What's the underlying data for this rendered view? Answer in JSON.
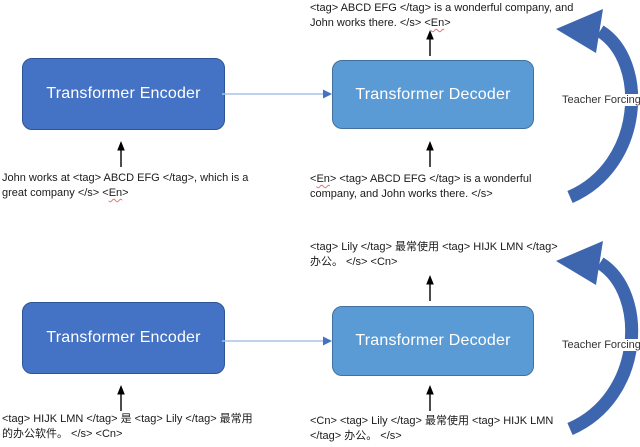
{
  "colors": {
    "encoder_fill": "#4472c4",
    "encoder_border": "#2f5597",
    "decoder_fill": "#5b9bd5",
    "decoder_border": "#41719c",
    "curved_arrow": "#3e66ae",
    "connector_line": "#a8c3e8",
    "connector_head": "#4472c4",
    "text": "#1a1a1a",
    "squiggle": "#e8746f"
  },
  "rows": [
    {
      "encoder_label": "Transformer Encoder",
      "decoder_label": "Transformer Decoder",
      "teacher_forcing_label": "Teacher Forcing",
      "decoder_output_lines": [
        [
          {
            "t": "<tag> ABCD EFG </tag> is a wonderful company, and"
          }
        ],
        [
          {
            "t": "John works there. </s> <"
          },
          {
            "t": "En",
            "sq": true
          },
          {
            "t": ">"
          }
        ]
      ],
      "encoder_input_lines": [
        [
          {
            "t": "John works at <tag> ABCD EFG </tag>, which is a"
          }
        ],
        [
          {
            "t": "great company </s> <"
          },
          {
            "t": "En",
            "sq": true
          },
          {
            "t": ">"
          }
        ]
      ],
      "decoder_input_lines": [
        [
          {
            "t": "<"
          },
          {
            "t": "En",
            "sq": true
          },
          {
            "t": "> <tag> ABCD EFG </tag> is a wonderful"
          }
        ],
        [
          {
            "t": "company, and John works there. </s>"
          }
        ]
      ]
    },
    {
      "encoder_label": "Transformer Encoder",
      "decoder_label": "Transformer Decoder",
      "teacher_forcing_label": "Teacher Forcing",
      "decoder_output_lines": [
        [
          {
            "t": "<tag> Lily </tag> 最常使用 <tag> HIJK LMN </tag>"
          }
        ],
        [
          {
            "t": "办公。 </s> <Cn>"
          }
        ]
      ],
      "encoder_input_lines": [
        [
          {
            "t": "<tag> HIJK LMN </tag> 是 <tag> Lily </tag> 最常用"
          }
        ],
        [
          {
            "t": "的办公软件。 </s> <Cn>"
          }
        ]
      ],
      "decoder_input_lines": [
        [
          {
            "t": "<Cn> <tag> Lily </tag> 最常使用 <tag> HIJK LMN"
          }
        ],
        [
          {
            "t": "</tag> 办公。 </s>"
          }
        ]
      ]
    }
  ]
}
